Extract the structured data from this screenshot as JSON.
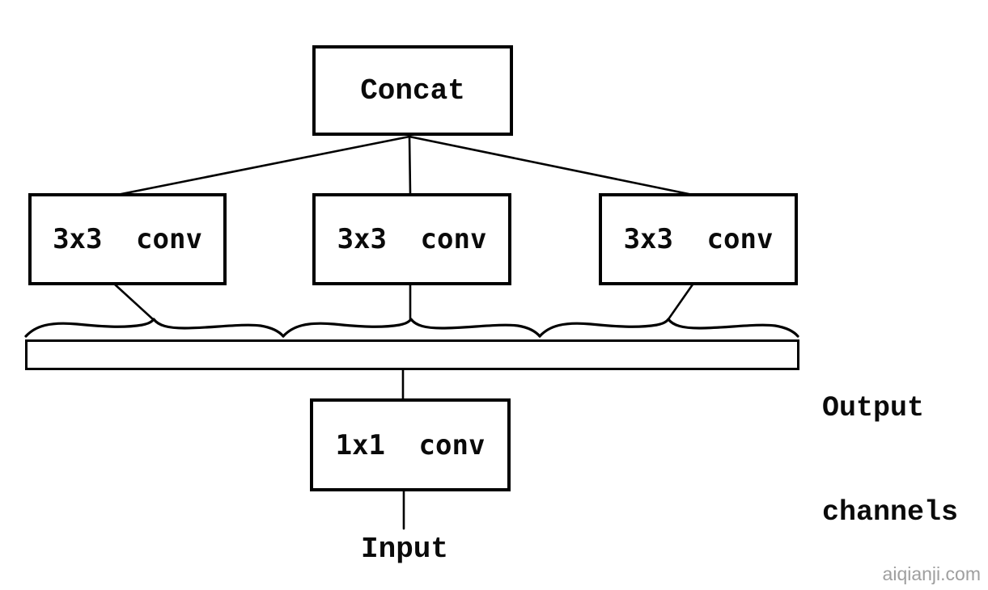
{
  "diagram": {
    "kind": "neural-network-block-diagram",
    "nodes": {
      "concat": "Concat",
      "conv_left": "3x3 conv",
      "conv_middle": "3x3 conv",
      "conv_right": "3x3 conv",
      "conv_1x1": "1x1 conv"
    },
    "annotations": {
      "output_channels_line1": "Output",
      "output_channels_line2": "channels",
      "input": "Input"
    },
    "edges": [
      {
        "from": "concat",
        "to": "conv_left"
      },
      {
        "from": "concat",
        "to": "conv_middle"
      },
      {
        "from": "concat",
        "to": "conv_right"
      },
      {
        "from": "conv_left",
        "to": "output_channels_segment_1"
      },
      {
        "from": "conv_middle",
        "to": "output_channels_segment_2"
      },
      {
        "from": "conv_right",
        "to": "output_channels_segment_3"
      },
      {
        "from": "output_channels_bar",
        "to": "conv_1x1"
      },
      {
        "from": "conv_1x1",
        "to": "input"
      }
    ],
    "braces": [
      {
        "group": "output_channels_segment_1",
        "feeds": "conv_left"
      },
      {
        "group": "output_channels_segment_2",
        "feeds": "conv_middle"
      },
      {
        "group": "output_channels_segment_3",
        "feeds": "conv_right"
      }
    ],
    "colors": {
      "ink": "#000000",
      "background": "#ffffff",
      "watermark_gray": "#9f9f9f"
    },
    "watermark": "aiqianji.com"
  }
}
